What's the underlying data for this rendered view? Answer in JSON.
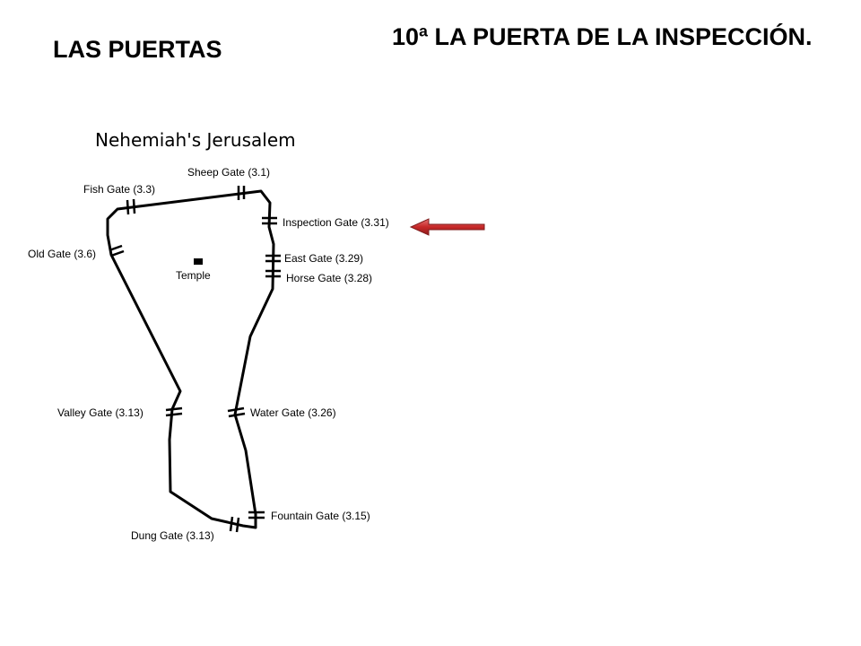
{
  "slide": {
    "section_title": "LAS PUERTAS",
    "gate_title": "10ª LA PUERTA DE LA INSPECCIÓN."
  },
  "map": {
    "title": "Nehemiah's Jerusalem",
    "temple_label": "Temple",
    "gates": [
      {
        "id": "sheep",
        "label": "Sheep Gate (3.1)"
      },
      {
        "id": "fish",
        "label": "Fish Gate (3.3)"
      },
      {
        "id": "inspection",
        "label": "Inspection Gate (3.31)"
      },
      {
        "id": "old",
        "label": "Old Gate (3.6)"
      },
      {
        "id": "east",
        "label": "East Gate (3.29)"
      },
      {
        "id": "horse",
        "label": "Horse Gate (3.28)"
      },
      {
        "id": "valley",
        "label": "Valley Gate (3.13)"
      },
      {
        "id": "water",
        "label": "Water Gate (3.26)"
      },
      {
        "id": "fountain",
        "label": "Fountain Gate (3.15)"
      },
      {
        "id": "dung",
        "label": "Dung Gate (3.13)"
      }
    ],
    "highlighted_gate": "inspection",
    "pointer_color": "#c0392b"
  }
}
